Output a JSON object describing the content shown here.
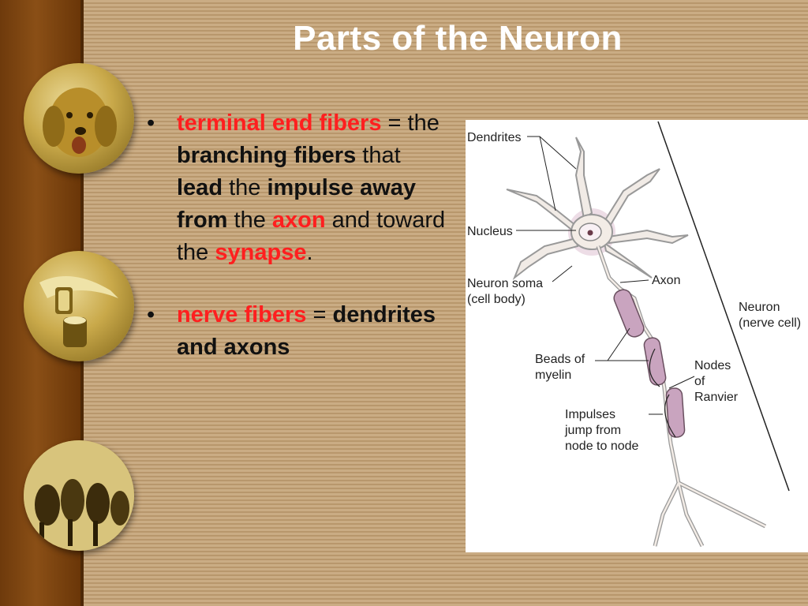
{
  "slide": {
    "title": "Parts of the Neuron"
  },
  "bullets": [
    {
      "marker": "•",
      "segments": [
        {
          "text": "terminal end fibers",
          "style": "red"
        },
        {
          "text": " = the ",
          "style": "normal"
        },
        {
          "text": "branching fibers",
          "style": "bold"
        },
        {
          "text": " that ",
          "style": "normal"
        },
        {
          "text": "lead",
          "style": "bold"
        },
        {
          "text": " the ",
          "style": "normal"
        },
        {
          "text": "impulse away from",
          "style": "bold"
        },
        {
          "text": " the ",
          "style": "normal"
        },
        {
          "text": "axon",
          "style": "red"
        },
        {
          "text": " and toward the ",
          "style": "normal"
        },
        {
          "text": "synapse",
          "style": "red"
        },
        {
          "text": ".",
          "style": "normal"
        }
      ]
    },
    {
      "marker": "•",
      "segments": [
        {
          "text": "nerve fibers",
          "style": "red"
        },
        {
          "text": " = ",
          "style": "normal"
        },
        {
          "text": "dendrites and axons",
          "style": "bold"
        }
      ]
    }
  ],
  "diagram": {
    "labels": {
      "dendrites": "Dendrites",
      "nucleus": "Nucleus",
      "soma_1": "Neuron soma",
      "soma_2": "(cell body)",
      "axon": "Axon",
      "neuron_1": "Neuron",
      "neuron_2": "(nerve cell)",
      "beads_1": "Beads of",
      "beads_2": "myelin",
      "nodes_1": "Nodes",
      "nodes_2": "of",
      "nodes_3": "Ranvier",
      "impulses_1": "Impulses",
      "impulses_2": "jump from",
      "impulses_3": "node to node"
    }
  },
  "colors": {
    "title": "#ffffff",
    "emphasis_red": "#ff1f1f",
    "sidebar_brown": "#7a4210",
    "myelin": "#c9a4bf"
  },
  "icons": [
    "dog-medallion-icon",
    "vials-medallion-icon",
    "cows-medallion-icon"
  ]
}
